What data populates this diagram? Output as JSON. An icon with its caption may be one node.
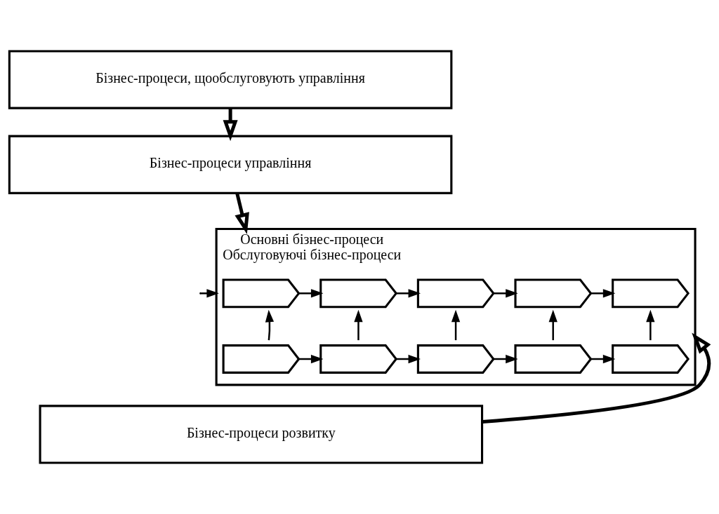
{
  "diagram": {
    "nodes": [
      {
        "text": [
          "Бізнес-процеси, щообслуговують управління"
        ]
      },
      {
        "text": [
          "Бізнес-процеси управління"
        ]
      },
      {
        "text": [
          "Основні бізнес-процеси",
          "Обслуговуючі бізнес-процеси"
        ]
      },
      {
        "text": [],
        "shape": "pentagon",
        "in": 2
      },
      {
        "text": [],
        "shape": "pentagon",
        "in": 2
      },
      {
        "text": [],
        "shape": "pentagon",
        "in": 2
      },
      {
        "text": [],
        "shape": "pentagon",
        "in": 2
      },
      {
        "text": [],
        "shape": "pentagon",
        "in": 2
      },
      {
        "text": [],
        "shape": "pentagon",
        "in": 2
      },
      {
        "text": [],
        "shape": "pentagon",
        "in": 2
      },
      {
        "text": [],
        "shape": "pentagon",
        "in": 2
      },
      {
        "text": [],
        "shape": "pentagon",
        "in": 2
      },
      {
        "text": [],
        "shape": "pentagon",
        "in": 2
      },
      {
        "text": [
          "Бізнес-процеси розвитку"
        ]
      }
    ],
    "edges": [
      {
        "from": 0,
        "to": 1,
        "arrow": "to",
        "style": "thick"
      },
      {
        "from": 1,
        "to": 2,
        "arrow": "to",
        "style": "thick"
      },
      {
        "from": null,
        "to": 2,
        "arrow": "to"
      },
      {
        "from": 3,
        "to": 4,
        "arrow": "to"
      },
      {
        "from": 4,
        "to": 5,
        "arrow": "to"
      },
      {
        "from": 5,
        "to": 6,
        "arrow": "to"
      },
      {
        "from": 6,
        "to": 7,
        "arrow": "to"
      },
      {
        "from": 8,
        "to": 3,
        "arrow": "to"
      },
      {
        "from": 9,
        "to": 4,
        "arrow": "to"
      },
      {
        "from": 10,
        "to": 5,
        "arrow": "to"
      },
      {
        "from": 11,
        "to": 6,
        "arrow": "to"
      },
      {
        "from": 12,
        "to": 7,
        "arrow": "to"
      },
      {
        "from": 8,
        "to": 9,
        "arrow": "to"
      },
      {
        "from": 9,
        "to": 10,
        "arrow": "to"
      },
      {
        "from": 10,
        "to": 11,
        "arrow": "to"
      },
      {
        "from": 11,
        "to": 12,
        "arrow": "to"
      },
      {
        "from": 13,
        "to": 2,
        "arrow": "to",
        "style": "thick"
      }
    ]
  }
}
